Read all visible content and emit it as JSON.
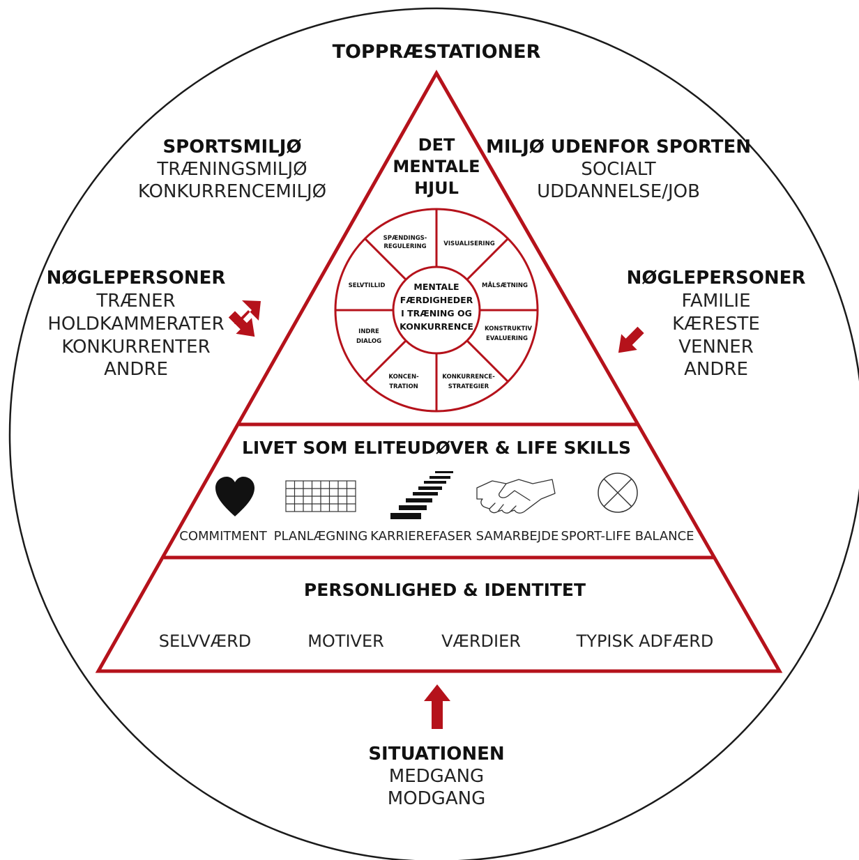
{
  "colors": {
    "accent": "#b5121b",
    "ink": "#111111",
    "text": "#222222",
    "outline": "#1a1a1a"
  },
  "top": {
    "title": "TOPPRÆSTATIONER"
  },
  "sports_env": {
    "title": "SPORTSMILJØ",
    "items": [
      "TRÆNINGSMILJØ",
      "KONKURRENCEMILJØ"
    ]
  },
  "outside_env": {
    "title": "MILJØ UDENFOR SPORTEN",
    "items": [
      "SOCIALT",
      "UDDANNELSE/JOB"
    ]
  },
  "key_left": {
    "title": "NØGLEPERSONER",
    "items": [
      "TRÆNER",
      "HOLDKAMMERATER",
      "KONKURRENTER",
      "ANDRE"
    ]
  },
  "key_right": {
    "title": "NØGLEPERSONER",
    "items": [
      "FAMILIE",
      "KÆRESTE",
      "VENNER",
      "ANDRE"
    ]
  },
  "wheel": {
    "title": [
      "DET",
      "MENTALE",
      "HJUL"
    ],
    "center": [
      "MENTALE",
      "FÆRDIGHEDER",
      "I TRÆNING OG",
      "KONKURRENCE"
    ],
    "segments": [
      [
        "SPÆNDINGS-",
        "REGULERING"
      ],
      [
        "VISUALISERING"
      ],
      [
        "MÅLSÆTNING"
      ],
      [
        "KONSTRUKTIV",
        "EVALUERING"
      ],
      [
        "KONKURRENCE-",
        "STRATEGIER"
      ],
      [
        "KONCEN-",
        "TRATION"
      ],
      [
        "INDRE",
        "DIALOG"
      ],
      [
        "SELVTILLID"
      ]
    ]
  },
  "middle": {
    "title": "LIVET SOM ELITEUDØVER & LIFE SKILLS",
    "items": [
      {
        "label": "COMMITMENT",
        "icon": "heart-icon"
      },
      {
        "label": "PLANLÆGNING",
        "icon": "calendar-grid-icon"
      },
      {
        "label": "KARRIEREFASER",
        "icon": "stairs-icon"
      },
      {
        "label": "SAMARBEJDE",
        "icon": "handshake-icon"
      },
      {
        "label": "SPORT-LIFE BALANCE",
        "icon": "circle-cross-icon"
      }
    ]
  },
  "bottom": {
    "title": "PERSONLIGHED & IDENTITET",
    "items": [
      "SELVVÆRD",
      "MOTIVER",
      "VÆRDIER",
      "TYPISK ADFÆRD"
    ]
  },
  "situation": {
    "title": "SITUATIONEN",
    "items": [
      "MEDGANG",
      "MODGANG"
    ]
  }
}
